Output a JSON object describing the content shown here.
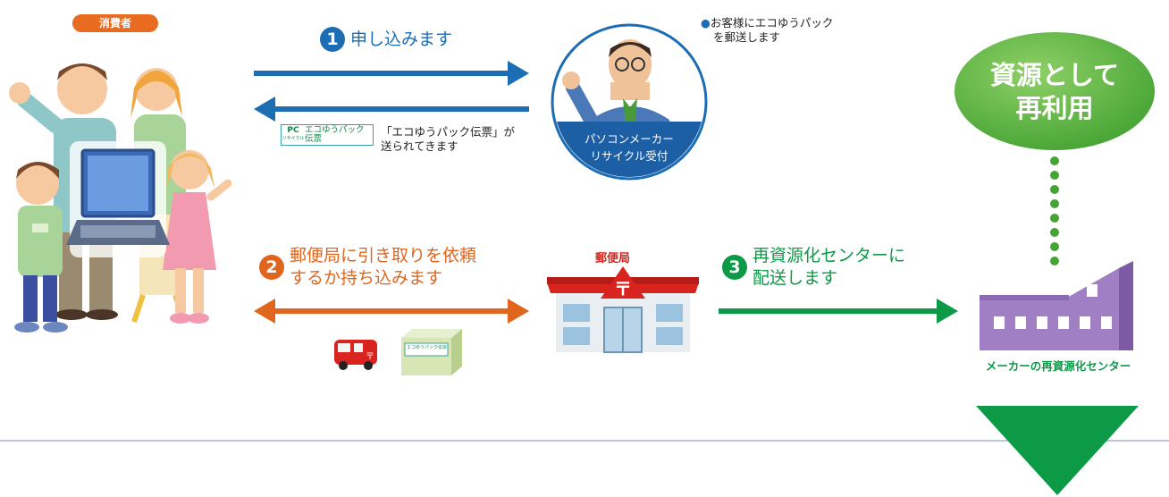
{
  "consumer": {
    "label": "消費者"
  },
  "step1": {
    "number": "1",
    "text": "申し込みます",
    "color": "#1d6db5"
  },
  "step2": {
    "number": "2",
    "line1": "郵便局に引き取りを依頼",
    "line2": "するか持ち込みます",
    "color": "#e0661d"
  },
  "step3": {
    "number": "3",
    "line1": "再資源化センターに",
    "line2": "配送します",
    "color": "#0c9a47"
  },
  "slip": {
    "logo": "PC",
    "logo_sub": "リサイクル",
    "title1": "エコゆうパック",
    "title2": "伝票",
    "note_line1": "「エコゆうパック伝票」が",
    "note_line2": "送られてきます"
  },
  "maker": {
    "reception_line1": "パソコンメーカー",
    "reception_line2": "リサイクル受付",
    "note_line1": "お客様にエコゆうパック",
    "note_line2": "を郵送します"
  },
  "post_office": {
    "label": "郵便局"
  },
  "box": {
    "label": "エコゆうパック伝票"
  },
  "reuse": {
    "line1": "資源として",
    "line2": "再利用"
  },
  "center": {
    "label": "メーカーの再資源化センター"
  }
}
